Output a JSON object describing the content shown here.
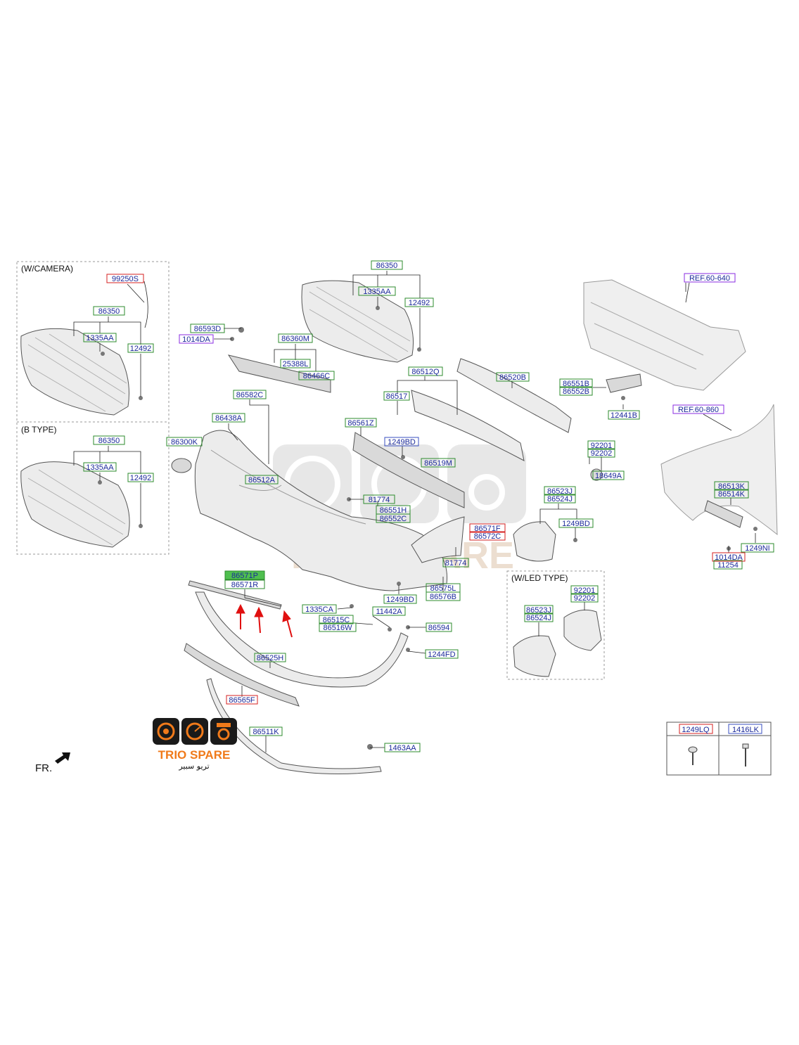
{
  "colors": {
    "label_text": "#1b2a9a",
    "box_green": "#2e8b2e",
    "box_red": "#d62020",
    "box_purple": "#8a2be2",
    "box_blue": "#3a4fc2",
    "arrow_red": "#e01010",
    "watermark": "#c8c8c8",
    "logo_orange": "#f07a1a"
  },
  "sections": {
    "camera": "(W/CAMERA)",
    "btype": "(B TYPE)",
    "led": "(W/LED TYPE)"
  },
  "direction": "FR.",
  "legend": [
    {
      "code": "1249LQ",
      "icon": "screw-icon"
    },
    {
      "code": "1416LK",
      "icon": "bolt-icon"
    }
  ],
  "logo": {
    "brand": "TRIO SPARE",
    "brand_ar": "تريو سبير"
  },
  "watermark": {
    "text": "TRIO SPARE"
  },
  "labels": [
    {
      "id": "l1",
      "text": "99250S",
      "color": "red"
    },
    {
      "id": "l2",
      "text": "86350",
      "color": "green"
    },
    {
      "id": "l3",
      "text": "1335AA",
      "color": "green"
    },
    {
      "id": "l4",
      "text": "12492",
      "color": "green"
    },
    {
      "id": "l5",
      "text": "86350",
      "color": "green"
    },
    {
      "id": "l6",
      "text": "1335AA",
      "color": "green"
    },
    {
      "id": "l7",
      "text": "12492",
      "color": "green"
    },
    {
      "id": "l8",
      "text": "86350",
      "color": "green"
    },
    {
      "id": "l9",
      "text": "1335AA",
      "color": "green"
    },
    {
      "id": "l10",
      "text": "12492",
      "color": "green"
    },
    {
      "id": "l11",
      "text": "86593D",
      "color": "green"
    },
    {
      "id": "l12",
      "text": "1014DA",
      "color": "purple"
    },
    {
      "id": "l13",
      "text": "86360M",
      "color": "green"
    },
    {
      "id": "l14",
      "text": "25388L",
      "color": "green"
    },
    {
      "id": "l15",
      "text": "86466C",
      "color": "green"
    },
    {
      "id": "l16",
      "text": "86582C",
      "color": "green"
    },
    {
      "id": "l17",
      "text": "86438A",
      "color": "green"
    },
    {
      "id": "l18",
      "text": "86300K",
      "color": "green"
    },
    {
      "id": "l19",
      "text": "86512A",
      "color": "green"
    },
    {
      "id": "l20",
      "text": "86512Q",
      "color": "green"
    },
    {
      "id": "l21",
      "text": "86517",
      "color": "green"
    },
    {
      "id": "l22",
      "text": "86520B",
      "color": "green"
    },
    {
      "id": "l23",
      "text": "86561Z",
      "color": "green"
    },
    {
      "id": "l24",
      "text": "1249BD",
      "color": "blue"
    },
    {
      "id": "l25",
      "text": "86519M",
      "color": "green"
    },
    {
      "id": "l26",
      "text": "REF.60-640",
      "color": "purple"
    },
    {
      "id": "l27",
      "text": "86551B",
      "color": "green"
    },
    {
      "id": "l28",
      "text": "86552B",
      "color": "green"
    },
    {
      "id": "l29",
      "text": "12441B",
      "color": "green"
    },
    {
      "id": "l30",
      "text": "REF.60-860",
      "color": "purple"
    },
    {
      "id": "l31",
      "text": "92201",
      "color": "green"
    },
    {
      "id": "l32",
      "text": "92202",
      "color": "green"
    },
    {
      "id": "l33",
      "text": "18649A",
      "color": "green"
    },
    {
      "id": "l34",
      "text": "86513K",
      "color": "green"
    },
    {
      "id": "l35",
      "text": "86514K",
      "color": "green"
    },
    {
      "id": "l36",
      "text": "86523J",
      "color": "green"
    },
    {
      "id": "l37",
      "text": "86524J",
      "color": "green"
    },
    {
      "id": "l38",
      "text": "1249BD",
      "color": "green"
    },
    {
      "id": "l39",
      "text": "81774",
      "color": "green"
    },
    {
      "id": "l40",
      "text": "86551H",
      "color": "green"
    },
    {
      "id": "l41",
      "text": "86552C",
      "color": "green"
    },
    {
      "id": "l42",
      "text": "86571F",
      "color": "red"
    },
    {
      "id": "l43",
      "text": "86572C",
      "color": "red"
    },
    {
      "id": "l44",
      "text": "81774",
      "color": "green"
    },
    {
      "id": "l45",
      "text": "1249NI",
      "color": "green"
    },
    {
      "id": "l46",
      "text": "1014DA",
      "color": "red"
    },
    {
      "id": "l47",
      "text": "11254",
      "color": "green"
    },
    {
      "id": "l48",
      "text": "86571P",
      "color": "green"
    },
    {
      "id": "l49",
      "text": "86571R",
      "color": "green"
    },
    {
      "id": "l50",
      "text": "86575L",
      "color": "green"
    },
    {
      "id": "l51",
      "text": "86576B",
      "color": "green"
    },
    {
      "id": "l52",
      "text": "1249BD",
      "color": "green"
    },
    {
      "id": "l53",
      "text": "1335CA",
      "color": "green"
    },
    {
      "id": "l54",
      "text": "11442A",
      "color": "green"
    },
    {
      "id": "l55",
      "text": "86515C",
      "color": "green"
    },
    {
      "id": "l56",
      "text": "86516W",
      "color": "green"
    },
    {
      "id": "l57",
      "text": "86594",
      "color": "green"
    },
    {
      "id": "l58",
      "text": "1244FD",
      "color": "green"
    },
    {
      "id": "l59",
      "text": "86525H",
      "color": "green"
    },
    {
      "id": "l60",
      "text": "86565F",
      "color": "red"
    },
    {
      "id": "l61",
      "text": "86511K",
      "color": "green"
    },
    {
      "id": "l62",
      "text": "1463AA",
      "color": "green"
    },
    {
      "id": "l63",
      "text": "92201",
      "color": "green"
    },
    {
      "id": "l64",
      "text": "92202",
      "color": "green"
    },
    {
      "id": "l65",
      "text": "86523J",
      "color": "green"
    },
    {
      "id": "l66",
      "text": "86524J",
      "color": "green"
    }
  ]
}
